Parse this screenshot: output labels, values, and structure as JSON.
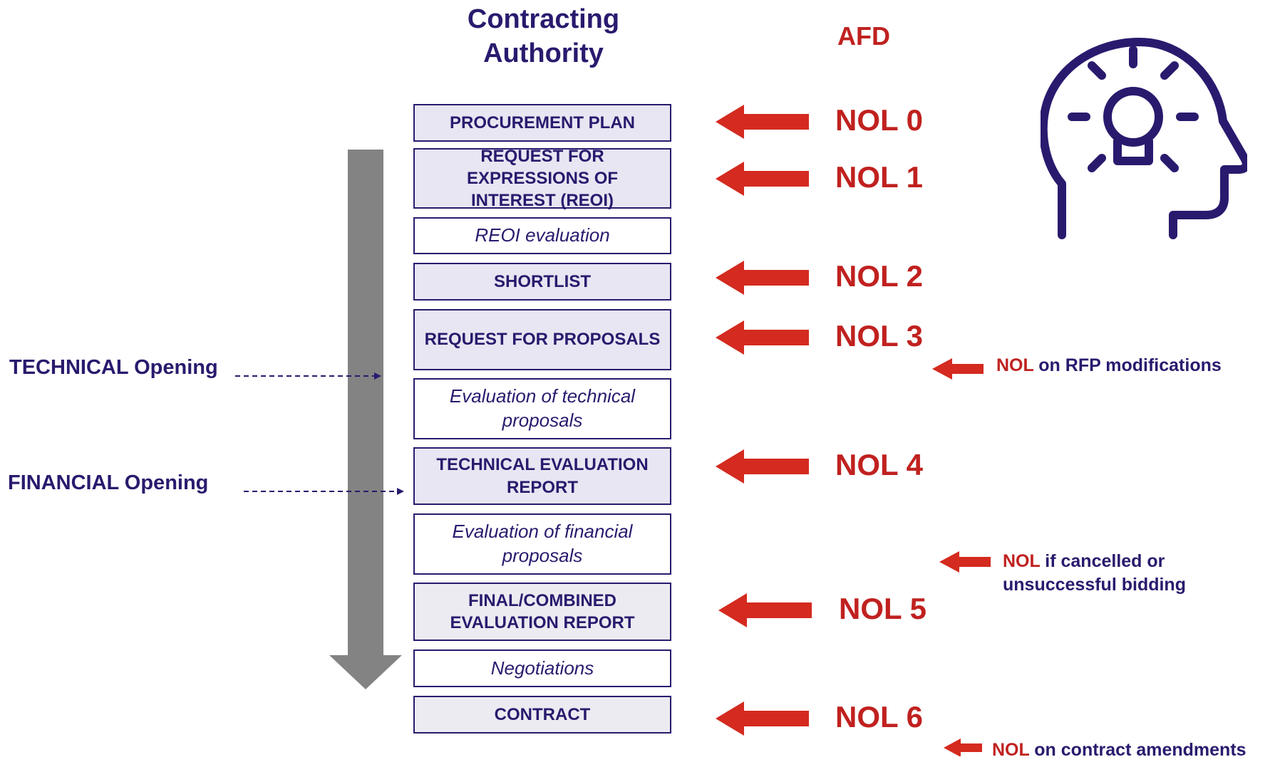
{
  "headers": {
    "contracting_authority": "Contracting Authority",
    "afd": "AFD"
  },
  "steps": [
    {
      "label": "PROCUREMENT PLAN"
    },
    {
      "label": "REQUEST FOR EXPRESSIONS OF INTEREST (REOI)"
    },
    {
      "label": "REOI evaluation"
    },
    {
      "label": "SHORTLIST"
    },
    {
      "label": "REQUEST FOR PROPOSALS"
    },
    {
      "label": "Evaluation of technical proposals"
    },
    {
      "label": "TECHNICAL EVALUATION REPORT"
    },
    {
      "label": "Evaluation of financial proposals"
    },
    {
      "label": "FINAL/COMBINED EVALUATION REPORT"
    },
    {
      "label": "Negotiations"
    },
    {
      "label": "CONTRACT"
    }
  ],
  "nols": [
    "NOL 0",
    "NOL 1",
    "NOL 2",
    "NOL 3",
    "NOL 4",
    "NOL 5",
    "NOL 6"
  ],
  "side_labels": {
    "technical_opening": "TECHNICAL Opening",
    "financial_opening": "FINANCIAL Opening"
  },
  "notes": [
    {
      "prefix": "NOL",
      "text": "on RFP modifications"
    },
    {
      "prefix": "NOL",
      "text": "if cancelled or unsuccessful bidding"
    },
    {
      "prefix": "NOL",
      "text": "on contract amendments"
    }
  ],
  "icon": "head-lightbulb-icon",
  "colors": {
    "navy": "#2a1a6e",
    "red": "#c0211f",
    "box_fill": "#e7e6f2",
    "timeline_gray": "#838383"
  }
}
